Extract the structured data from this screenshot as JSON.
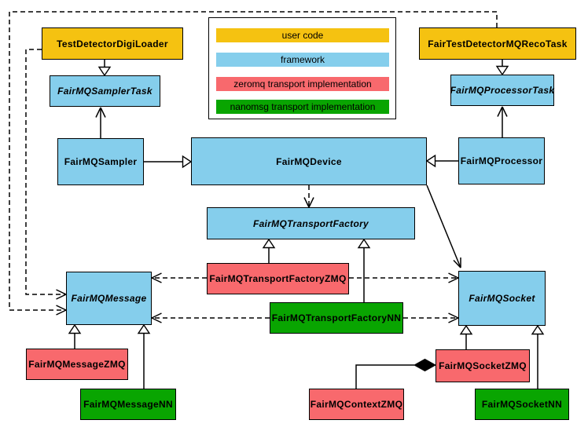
{
  "colors": {
    "user_code": "#F5C211",
    "framework": "#85CEEC",
    "zeromq": "#F8696D",
    "nanomsg": "#09A501"
  },
  "legend": {
    "items": [
      {
        "category": "user_code",
        "label": "user code"
      },
      {
        "category": "framework",
        "label": "framework"
      },
      {
        "category": "zeromq",
        "label": "zeromq transport implementation"
      },
      {
        "category": "nanomsg",
        "label": "nanomsg transport implementation"
      }
    ]
  },
  "classes": {
    "test_detector_digi_loader": {
      "label": "TestDetectorDigiLoader",
      "category": "user code"
    },
    "fair_test_detector_mq_reco_task": {
      "label": "FairTestDetectorMQRecoTask",
      "category": "user code"
    },
    "fair_mq_sampler_task": {
      "label": "FairMQSamplerTask",
      "category": "framework"
    },
    "fair_mq_processor_task": {
      "label": "FairMQProcessorTask",
      "category": "framework"
    },
    "fair_mq_sampler": {
      "label": "FairMQSampler",
      "category": "framework"
    },
    "fair_mq_device": {
      "label": "FairMQDevice",
      "category": "framework"
    },
    "fair_mq_processor": {
      "label": "FairMQProcessor",
      "category": "framework"
    },
    "fair_mq_transport_factory": {
      "label": "FairMQTransportFactory",
      "category": "framework"
    },
    "fair_mq_transport_factory_zmq": {
      "label": "FairMQTransportFactoryZMQ",
      "category": "zeromq"
    },
    "fair_mq_transport_factory_nn": {
      "label": "FairMQTransportFactoryNN",
      "category": "nanomsg"
    },
    "fair_mq_message": {
      "label": "FairMQMessage",
      "category": "framework"
    },
    "fair_mq_socket": {
      "label": "FairMQSocket",
      "category": "framework"
    },
    "fair_mq_message_zmq": {
      "label": "FairMQMessageZMQ",
      "category": "zeromq"
    },
    "fair_mq_message_nn": {
      "label": "FairMQMessageNN",
      "category": "nanomsg"
    },
    "fair_mq_socket_zmq": {
      "label": "FairMQSocketZMQ",
      "category": "zeromq"
    },
    "fair_mq_context_zmq": {
      "label": "FairMQContextZMQ",
      "category": "zeromq"
    },
    "fair_mq_socket_nn": {
      "label": "FairMQSocketNN",
      "category": "nanomsg"
    }
  },
  "relationships": [
    {
      "from": "TestDetectorDigiLoader",
      "to": "FairMQSamplerTask",
      "type": "generalization"
    },
    {
      "from": "FairTestDetectorMQRecoTask",
      "to": "FairMQProcessorTask",
      "type": "generalization"
    },
    {
      "from": "FairMQSampler",
      "to": "FairMQSamplerTask",
      "type": "association"
    },
    {
      "from": "FairMQProcessor",
      "to": "FairMQProcessorTask",
      "type": "association"
    },
    {
      "from": "FairMQSampler",
      "to": "FairMQDevice",
      "type": "generalization"
    },
    {
      "from": "FairMQProcessor",
      "to": "FairMQDevice",
      "type": "generalization"
    },
    {
      "from": "FairMQDevice",
      "to": "FairMQTransportFactory",
      "type": "dependency"
    },
    {
      "from": "FairMQDevice",
      "to": "FairMQSocket",
      "type": "association"
    },
    {
      "from": "FairMQTransportFactoryZMQ",
      "to": "FairMQTransportFactory",
      "type": "generalization"
    },
    {
      "from": "FairMQTransportFactoryNN",
      "to": "FairMQTransportFactory",
      "type": "generalization"
    },
    {
      "from": "FairMQTransportFactoryZMQ",
      "to": "FairMQMessage",
      "type": "dependency"
    },
    {
      "from": "FairMQTransportFactoryZMQ",
      "to": "FairMQSocket",
      "type": "dependency"
    },
    {
      "from": "FairMQTransportFactoryNN",
      "to": "FairMQMessage",
      "type": "dependency"
    },
    {
      "from": "FairMQTransportFactoryNN",
      "to": "FairMQSocket",
      "type": "dependency"
    },
    {
      "from": "TestDetectorDigiLoader",
      "to": "FairMQMessage",
      "type": "dependency"
    },
    {
      "from": "FairTestDetectorMQRecoTask",
      "to": "FairMQMessage",
      "type": "dependency"
    },
    {
      "from": "FairMQMessageZMQ",
      "to": "FairMQMessage",
      "type": "generalization"
    },
    {
      "from": "FairMQMessageNN",
      "to": "FairMQMessage",
      "type": "generalization"
    },
    {
      "from": "FairMQSocketZMQ",
      "to": "FairMQSocket",
      "type": "generalization"
    },
    {
      "from": "FairMQSocketNN",
      "to": "FairMQSocket",
      "type": "generalization"
    },
    {
      "from": "FairMQSocketZMQ",
      "to": "FairMQContextZMQ",
      "type": "composition"
    }
  ]
}
